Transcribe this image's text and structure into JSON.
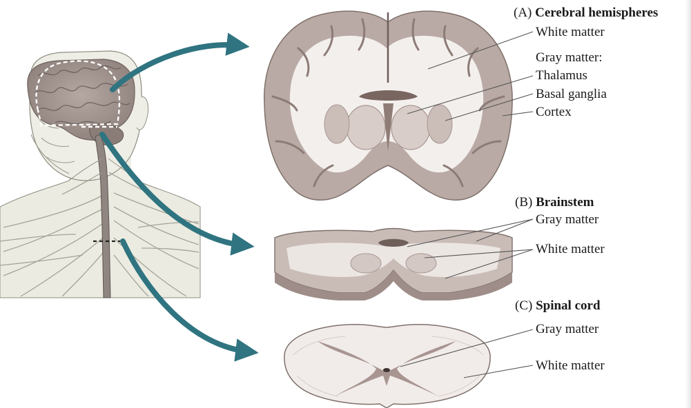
{
  "sections": {
    "a": {
      "prefix": "(A)",
      "title": "Cerebral hemispheres"
    },
    "b": {
      "prefix": "(B)",
      "title": "Brainstem"
    },
    "c": {
      "prefix": "(C)",
      "title": "Spinal cord"
    }
  },
  "labels": {
    "a_white_matter": "White matter",
    "a_gray_matter": "Gray matter:",
    "a_thalamus": "Thalamus",
    "a_basal_ganglia": "Basal ganglia",
    "a_cortex": "Cortex",
    "b_gray_matter": "Gray matter",
    "b_white_matter": "White matter",
    "c_gray_matter": "Gray matter",
    "c_white_matter": "White matter"
  },
  "colors": {
    "arrow": "#2f7480",
    "tissue_dark": "#8a7873",
    "tissue_mid": "#b8a9a4",
    "white_matter": "#f2eeec",
    "leader_line": "#555555"
  }
}
